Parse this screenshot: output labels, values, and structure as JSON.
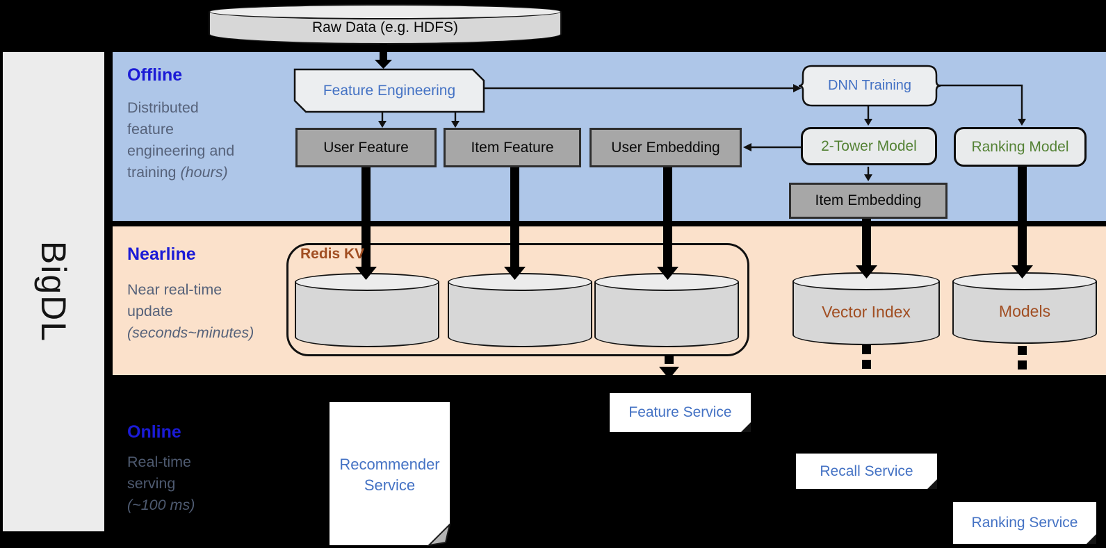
{
  "brand": {
    "name": "BigDL"
  },
  "source_db": {
    "label": "Raw Data (e.g. HDFS)"
  },
  "lanes": {
    "offline": {
      "title": "Offline",
      "desc_lines": [
        "Distributed",
        "feature",
        "engineering and"
      ],
      "desc_tail": "training ",
      "desc_tail_italic": "(hours)"
    },
    "nearline": {
      "title": "Nearline",
      "desc_lines": [
        "Near real-time",
        "update"
      ],
      "desc_italic": "(seconds~minutes)"
    },
    "online": {
      "title": "Online",
      "desc_lines": [
        "Real-time",
        "serving"
      ],
      "desc_italic": "(~100 ms)"
    }
  },
  "offline_nodes": {
    "feature_engineering": "Feature Engineering",
    "dnn_training": "DNN Training",
    "user_feature": "User Feature",
    "item_feature": "Item Feature",
    "user_embedding": "User Embedding",
    "two_tower_model": "2-Tower Model",
    "ranking_model": "Ranking Model",
    "item_embedding": "Item Embedding"
  },
  "nearline_nodes": {
    "redis_kv": "Redis KV",
    "vector_index": "Vector Index",
    "models": "Models"
  },
  "online_nodes": {
    "recommender_service": "Recommender Service",
    "feature_service": "Feature Service",
    "recall_service": "Recall Service",
    "ranking_service": "Ranking Service"
  },
  "colors": {
    "background": "#000000",
    "offline_band": "#aec6e8",
    "nearline_band": "#fbe1cb",
    "sidebar_gray": "#ececec",
    "lane_title_blue": "#1b1bd6",
    "desc_gray": "#56627a",
    "node_text_blue": "#4472c4",
    "node_text_green": "#548235",
    "storage_text_brown": "#a14e22",
    "node_gray_fill": "#a7a7a7",
    "cylinder_fill": "#d7d7d7"
  }
}
